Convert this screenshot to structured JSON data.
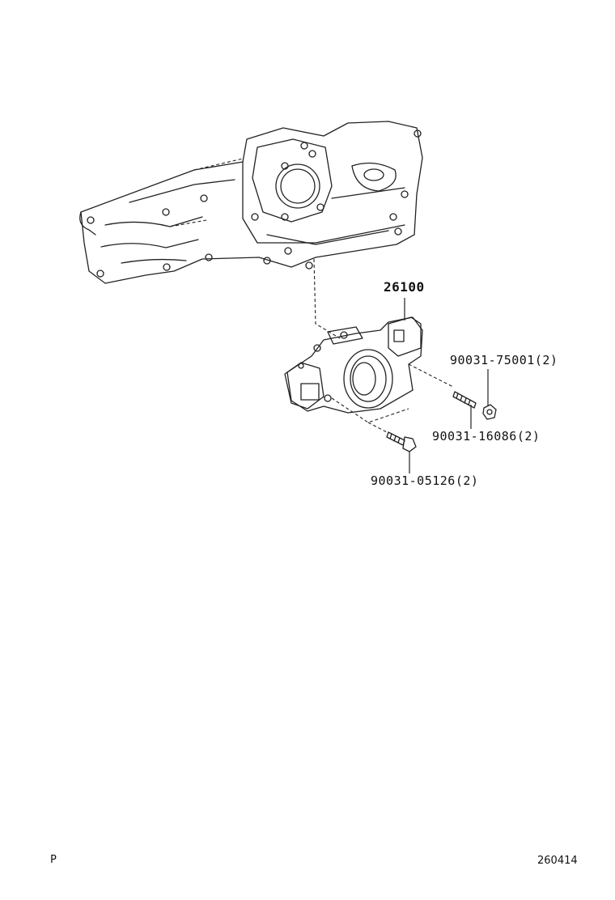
{
  "parts": [
    {
      "id": "throttle-body",
      "number": "26100"
    },
    {
      "id": "nut",
      "number": "90031-75001(2)"
    },
    {
      "id": "stud",
      "number": "90031-16086(2)"
    },
    {
      "id": "bolt",
      "number": "90031-05126(2)"
    }
  ],
  "footer": {
    "left_code": "P",
    "right_code": "260414"
  }
}
